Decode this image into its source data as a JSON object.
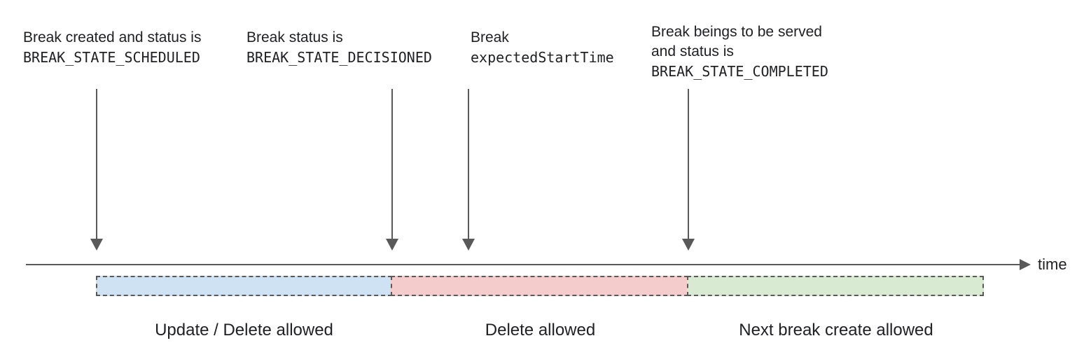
{
  "annotations": [
    {
      "lines": [
        "Break created and status is"
      ],
      "code": "BREAK_STATE_SCHEDULED"
    },
    {
      "lines": [
        "Break status is"
      ],
      "code": "BREAK_STATE_DECISIONED"
    },
    {
      "lines": [
        "Break"
      ],
      "code": "expectedStartTime"
    },
    {
      "lines": [
        "Break beings to be served",
        "and status is"
      ],
      "code": "BREAK_STATE_COMPLETED"
    }
  ],
  "axis": {
    "label": "time"
  },
  "segments": [
    {
      "label": "Update / Delete allowed",
      "color": "#cfe2f3"
    },
    {
      "label": "Delete allowed",
      "color": "#f4cccc"
    },
    {
      "label": "Next break create allowed",
      "color": "#d9ead3"
    }
  ],
  "colors": {
    "line": "#595959",
    "text": "#202124"
  }
}
